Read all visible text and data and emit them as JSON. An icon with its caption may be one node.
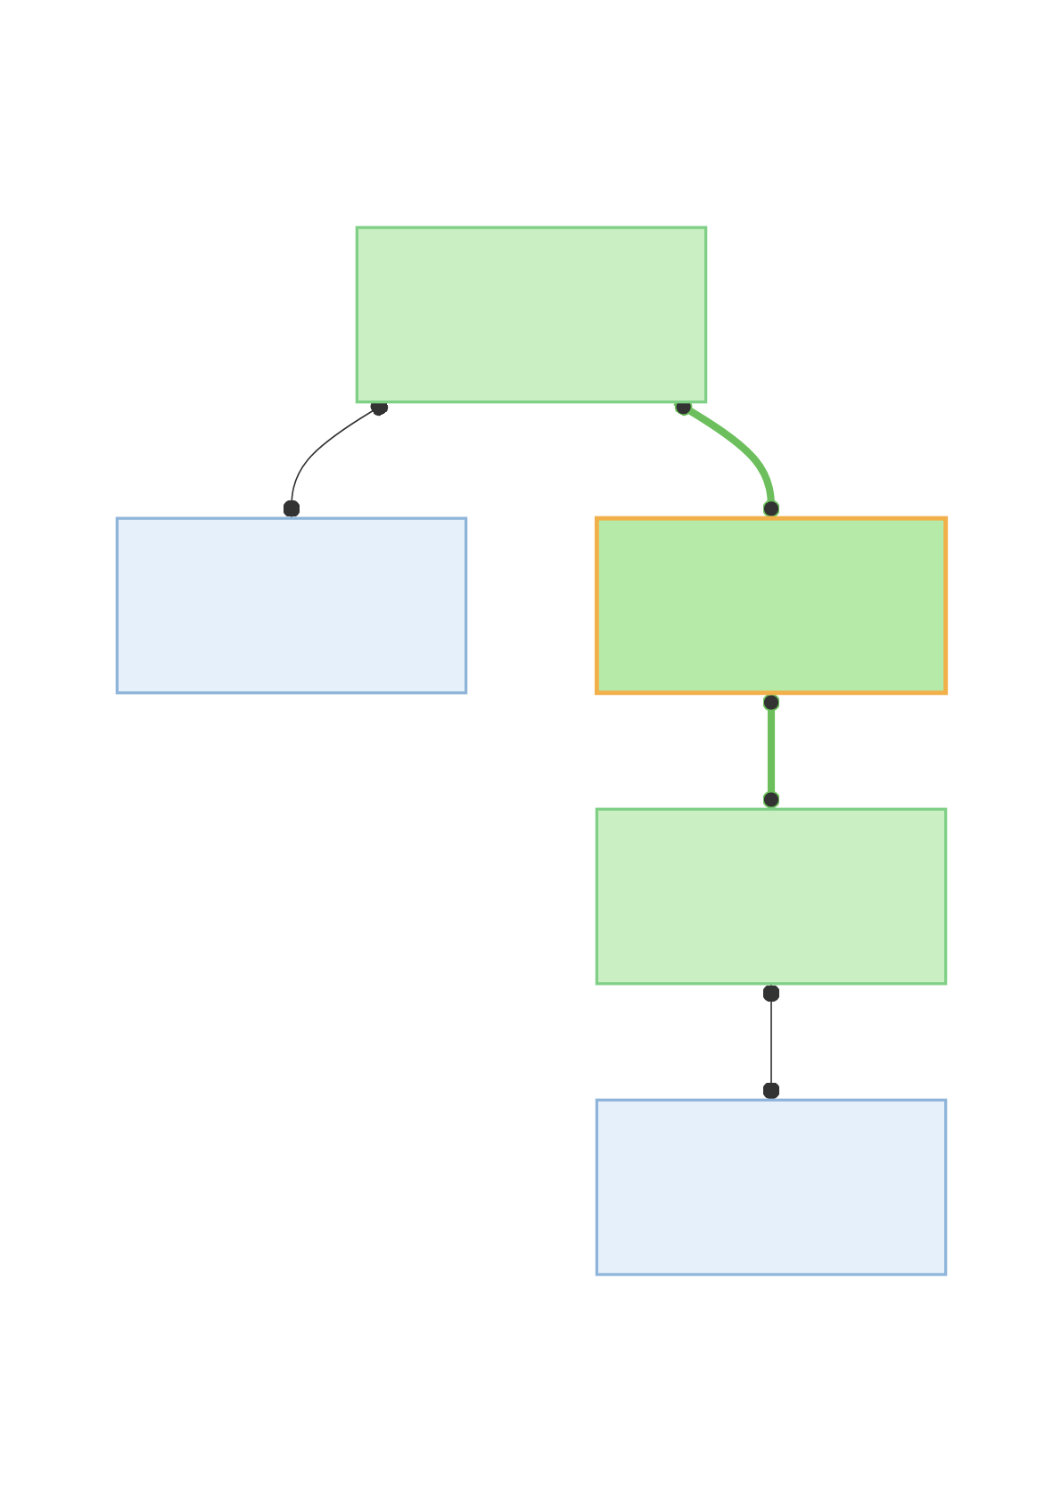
{
  "diagram": {
    "nodes": [
      {
        "text": [],
        "shape": "box"
      },
      {
        "text": [],
        "shape": "box"
      },
      {
        "text": [],
        "shape": "box"
      },
      {
        "text": [],
        "shape": "box"
      },
      {
        "text": [],
        "shape": "box"
      }
    ],
    "edges": [
      {
        "from": 0,
        "to": 1,
        "arrow": "other"
      },
      {
        "from": 0,
        "to": 2,
        "arrow": "other",
        "style": "thick",
        "color": "#6cbf5c"
      },
      {
        "from": 2,
        "to": 3,
        "arrow": "other",
        "style": "thick",
        "color": "#6cbf5c"
      },
      {
        "from": 3,
        "to": 4,
        "arrow": "other"
      }
    ]
  }
}
